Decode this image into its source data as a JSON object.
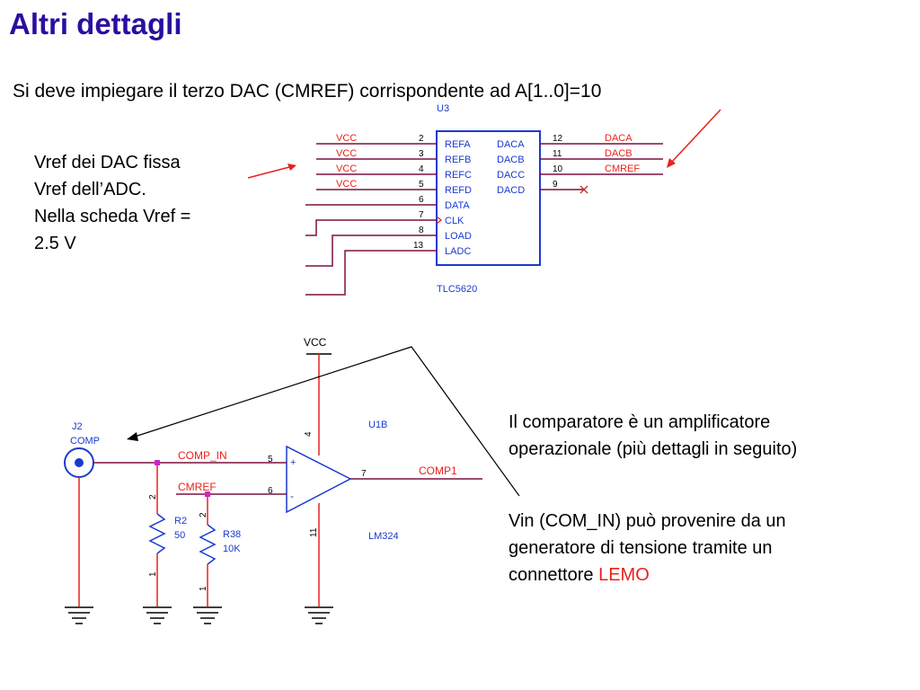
{
  "title": "Altri dettagli",
  "subtitle": "Si deve impiegare il terzo DAC  (CMREF) corrispondente ad A[1..0]=10",
  "left_note": [
    "Vref dei DAC fissa",
    "Vref dell’ADC.",
    "Nella scheda Vref =",
    "2.5 V"
  ],
  "right_note_1": [
    "Il comparatore è un amplificatore",
    "operazionale (più dettagli in seguito)"
  ],
  "right_note_2": {
    "lines": [
      "Vin (COM_IN) può provenire da un",
      "generatore di tensione tramite un"
    ],
    "last_prefix": "connettore ",
    "highlight": "LEMO"
  },
  "dac": {
    "ref": "U3",
    "part": "TLC5620",
    "left_pins": [
      {
        "num": "2",
        "name": "REFA",
        "net": "VCC"
      },
      {
        "num": "3",
        "name": "REFB",
        "net": "VCC"
      },
      {
        "num": "4",
        "name": "REFC",
        "net": "VCC"
      },
      {
        "num": "5",
        "name": "REFD",
        "net": "VCC"
      },
      {
        "num": "6",
        "name": "DATA",
        "net": ""
      },
      {
        "num": "7",
        "name": "CLK",
        "net": ""
      },
      {
        "num": "8",
        "name": "LOAD",
        "net": ""
      },
      {
        "num": "13",
        "name": "LADC",
        "net": ""
      }
    ],
    "right_pins": [
      {
        "num": "12",
        "name": "DACA",
        "net": "DACA"
      },
      {
        "num": "11",
        "name": "DACB",
        "net": "DACB"
      },
      {
        "num": "10",
        "name": "DACC",
        "net": "CMREF"
      },
      {
        "num": "9",
        "name": "DACD",
        "net": ""
      }
    ]
  },
  "comparator": {
    "supply": "VCC",
    "ref": "U1B",
    "part": "LM324",
    "connector_ref": "J2",
    "connector_name": "COMP",
    "pin_plus": "5",
    "pin_minus": "6",
    "pin_out": "7",
    "pin_vcc": "4",
    "pin_gnd": "11",
    "net_in": "COMP_IN",
    "net_ref": "CMREF",
    "net_out": "COMP1",
    "plus_sign": "+",
    "minus_sign": "-",
    "r2": {
      "ref": "R2",
      "value": "50",
      "pin_top": "2",
      "pin_bottom": "1"
    },
    "r38": {
      "ref": "R38",
      "value": "10K",
      "pin_top": "2",
      "pin_bottom": "1"
    }
  },
  "colors": {
    "title": "#2a0fa0",
    "wire": "#7a1040",
    "net": "#e8221b",
    "chip": "#1a3ad0",
    "arrow": "#e8221b"
  }
}
